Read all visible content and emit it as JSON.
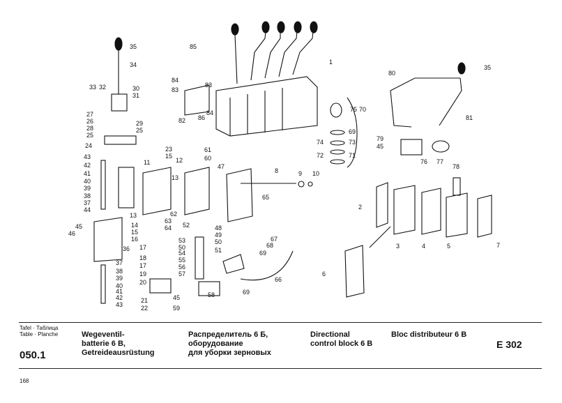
{
  "header": {
    "tafel_label_line1": "Tafel · Таблица",
    "tafel_label_line2": "Table · Planche",
    "table_number": "050.1",
    "title_de_line1": "Wegeventil-",
    "title_de_line2": "batterie 6 B,",
    "title_de_line3": "Getreideausrüstung",
    "title_ru_line1": "Распределитель 6 Б,",
    "title_ru_line2": "оборудование",
    "title_ru_line3": "для уборки зерновых",
    "title_en_line1": "Directional",
    "title_en_line2": "control block 6 B",
    "title_fr": "Bloc distributeur 6 B",
    "code": "E 302"
  },
  "page_number": "168",
  "diagram": {
    "callouts": [
      "35",
      "34",
      "33",
      "32",
      "30",
      "31",
      "27",
      "26",
      "28",
      "25",
      "29",
      "25",
      "24",
      "85",
      "84",
      "83",
      "82",
      "86",
      "84",
      "83",
      "1",
      "75",
      "70",
      "69",
      "74",
      "73",
      "72",
      "71",
      "80",
      "35",
      "81",
      "79",
      "45",
      "76",
      "77",
      "78",
      "23",
      "15",
      "43",
      "42",
      "41",
      "40",
      "39",
      "38",
      "37",
      "44",
      "11",
      "13",
      "12",
      "61",
      "60",
      "47",
      "13",
      "8",
      "9",
      "10",
      "65",
      "14",
      "15",
      "16",
      "62",
      "63",
      "64",
      "52",
      "45",
      "46",
      "36",
      "17",
      "18",
      "17",
      "19",
      "20",
      "21",
      "22",
      "53",
      "50",
      "54",
      "55",
      "56",
      "57",
      "48",
      "49",
      "50",
      "51",
      "67",
      "68",
      "69",
      "66",
      "69",
      "37",
      "38",
      "39",
      "40",
      "41",
      "42",
      "43",
      "45",
      "59",
      "58",
      "2",
      "3",
      "4",
      "5",
      "7",
      "6"
    ]
  }
}
